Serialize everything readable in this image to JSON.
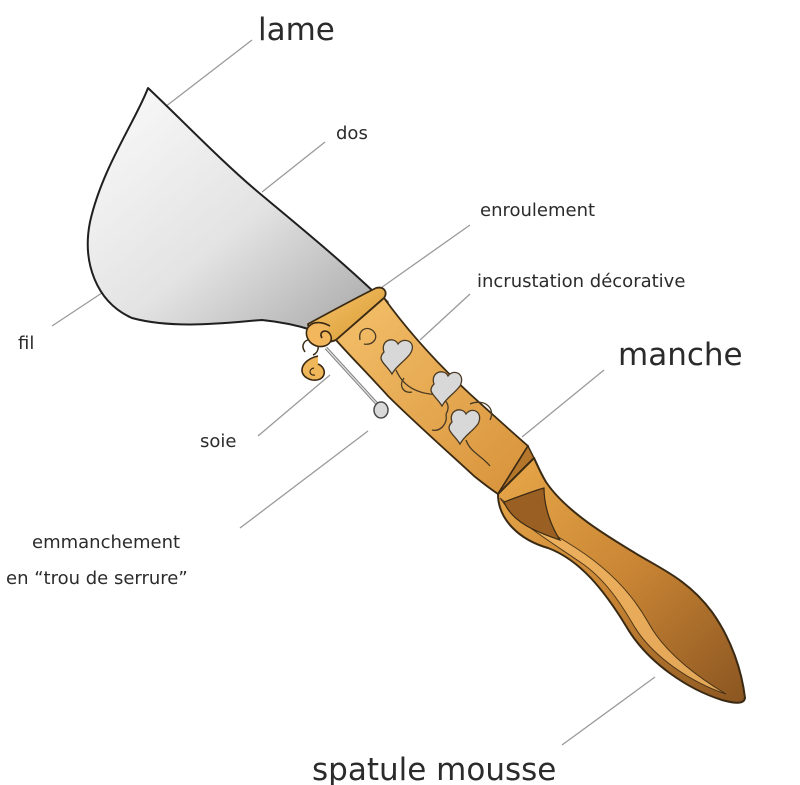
{
  "labels": {
    "lame": "lame",
    "dos": "dos",
    "enroulement": "enroulement",
    "incrustation": "incrustation décorative",
    "manche": "manche",
    "fil": "fil",
    "soie": "soie",
    "emmanchement_line1": "emmanchement",
    "emmanchement_line2": "en “trou de serrure”",
    "spatule": "spatule mousse"
  },
  "colors": {
    "blade_light": "#fafafa",
    "blade_dark": "#a9a9a9",
    "handle_light": "#f3b95a",
    "handle_mid": "#e3a13a",
    "handle_dark": "#8a5520",
    "inlay": "#d8d8d8",
    "outline": "#3a2a14"
  },
  "icons": {
    "knife": "paring-knife-illustration"
  }
}
